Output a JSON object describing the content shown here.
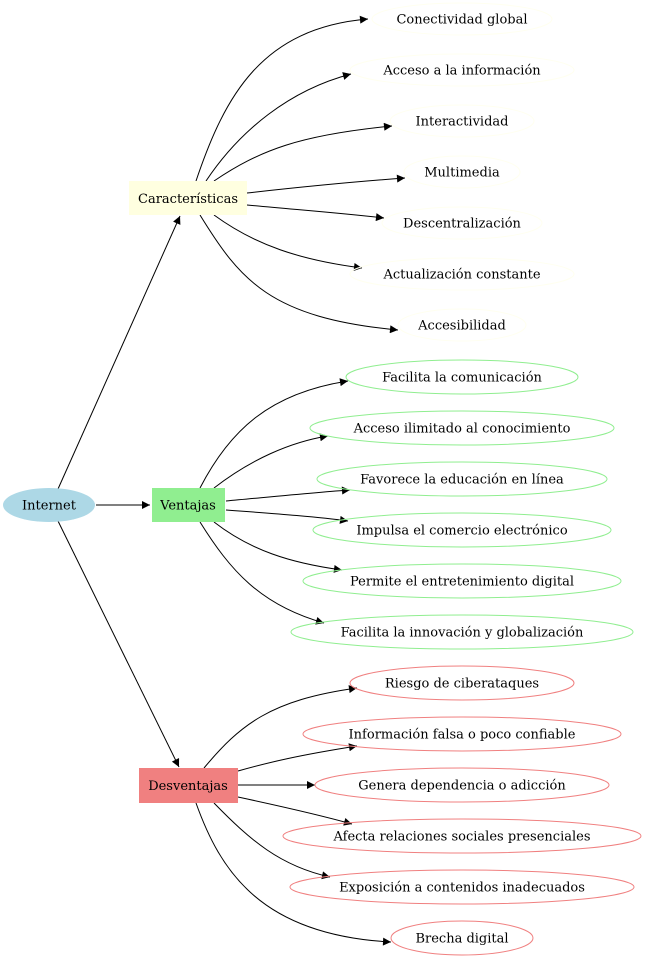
{
  "colors": {
    "root_fill": "#add8e6",
    "caracteristicas_fill": "#ffffe0",
    "caracteristicas_leaf_stroke": "#fffff0",
    "ventajas_fill": "#90ee90",
    "ventajas_leaf_stroke": "#90ee90",
    "desventajas_fill": "#f08080",
    "desventajas_leaf_stroke": "#f08080",
    "edge": "#000000"
  },
  "root": {
    "label": "Internet"
  },
  "branches": [
    {
      "key": "caracteristicas",
      "label": "Características",
      "leaves": [
        "Conectividad global",
        "Acceso a la información",
        "Interactividad",
        "Multimedia",
        "Descentralización",
        "Actualización constante",
        "Accesibilidad"
      ]
    },
    {
      "key": "ventajas",
      "label": "Ventajas",
      "leaves": [
        "Facilita la comunicación",
        "Acceso ilimitado al conocimiento",
        "Favorece la educación en línea",
        "Impulsa el comercio electrónico",
        "Permite el entretenimiento digital",
        "Facilita la innovación y globalización"
      ]
    },
    {
      "key": "desventajas",
      "label": "Desventajas",
      "leaves": [
        "Riesgo de ciberataques",
        "Información falsa o poco confiable",
        "Genera dependencia o adicción",
        "Afecta relaciones sociales presenciales",
        "Exposición a contenidos inadecuados",
        "Brecha digital"
      ]
    }
  ]
}
